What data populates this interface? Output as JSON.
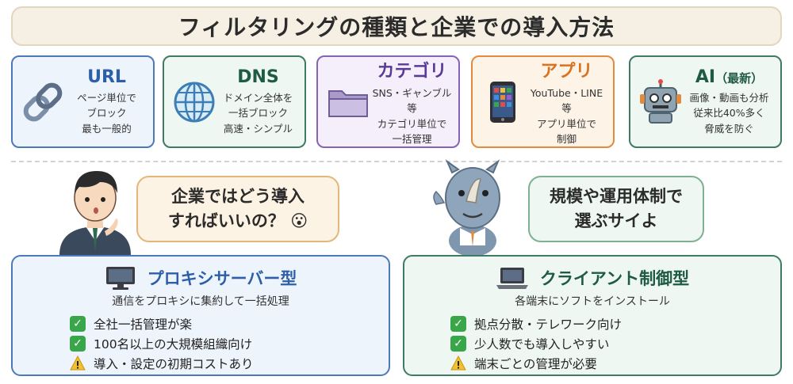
{
  "title": "フィルタリングの種類と企業での導入方法",
  "categories": [
    {
      "title": "URL",
      "lines": [
        "ページ単位で",
        "ブロック",
        "最も一般的"
      ],
      "color": "#2d5fa8",
      "border": "#4d79b8",
      "bg": "#eef4fc",
      "icon": "chain-link-icon"
    },
    {
      "title": "DNS",
      "lines": [
        "ドメイン全体を",
        "一括ブロック",
        "高速・シンプル"
      ],
      "color": "#1f5a45",
      "border": "#3f7a62",
      "bg": "#eef7f1",
      "icon": "globe-icon"
    },
    {
      "title": "カテゴリ",
      "lines": [
        "SNS・ギャンブル等",
        "カテゴリ単位で",
        "一括管理"
      ],
      "color": "#5b3a96",
      "border": "#8564b8",
      "bg": "#f4effb",
      "icon": "folder-icon"
    },
    {
      "title": "アプリ",
      "lines": [
        "YouTube・LINE等",
        "アプリ単位で",
        "制御"
      ],
      "color": "#d9731f",
      "border": "#e38a3c",
      "bg": "#fdf3e7",
      "icon": "smartphone-icon"
    },
    {
      "title": "AI",
      "title_suffix": "（最新）",
      "lines": [
        "画像・動画も分析",
        "従来比40%多く",
        "脅威を防ぐ"
      ],
      "color": "#1f5a45",
      "border": "#3f7a62",
      "bg": "#eef7f1",
      "icon": "robot-icon"
    }
  ],
  "bubble_left": {
    "line1": "企業ではどう導入",
    "line2": "すればいいの？",
    "emoji": "😮"
  },
  "bubble_right": {
    "line1": "規模や運用体制で",
    "line2": "選ぶサイよ"
  },
  "panel_left": {
    "title": "プロキシサーバー型",
    "subtitle": "通信をプロキシに集約して一括処理",
    "items": [
      {
        "type": "check",
        "text": "全社一括管理が楽"
      },
      {
        "type": "check",
        "text": "100名以上の大規模組織向け"
      },
      {
        "type": "warn",
        "text": "導入・設定の初期コストあり"
      }
    ]
  },
  "panel_right": {
    "title": "クライアント制御型",
    "subtitle": "各端末にソフトをインストール",
    "items": [
      {
        "type": "check",
        "text": "拠点分散・テレワーク向け"
      },
      {
        "type": "check",
        "text": "少人数でも導入しやすい"
      },
      {
        "type": "warn",
        "text": "端末ごとの管理が必要"
      }
    ]
  },
  "colors": {
    "blue": "#2d5fa8",
    "green": "#1f5a45",
    "orange": "#e38a3c",
    "check": "#3aa64a",
    "warn": "#f2c12e"
  }
}
